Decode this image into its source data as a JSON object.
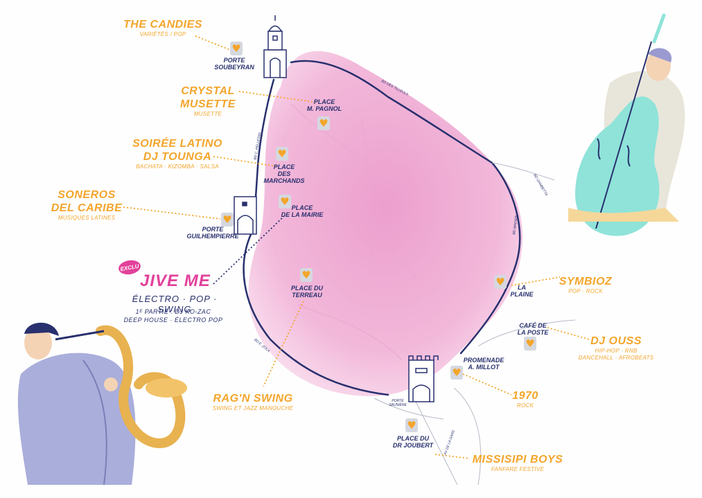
{
  "colors": {
    "accent": "#f3a52b",
    "ink": "#28306e",
    "pink": "#e2419a",
    "zone": "#f2b3d8"
  },
  "icons": {
    "venue_marker": "heart-icon"
  },
  "artists": {
    "candies": {
      "name": "THE CANDIES",
      "genre": "VARIÉTÉS / POP"
    },
    "crystal": {
      "name_line1": "CRYSTAL",
      "name_line2": "MUSETTE",
      "genre": "MUSETTE"
    },
    "latino": {
      "name_line1": "SOIRÉE LATINO",
      "name_line2": "DJ TOUNGA",
      "genre": "BACHATA · KIZOMBA · SALSA"
    },
    "soneros": {
      "name_line1": "SONEROS",
      "name_line2": "DEL CARIBE",
      "genre": "MUSIQUES LATINES"
    },
    "jive": {
      "badge": "EXCLU",
      "name": "JIVE ME",
      "genre": "ÉLECTRO · POP · SWING",
      "support_line1": "1ᴱ PARTIE : DJ KO-ZAC",
      "support_line2": "DEEP HOUSE · ÉLECTRO POP"
    },
    "ragn": {
      "name": "RAG'N SWING",
      "genre": "SWING ET JAZZ MANOUCHE"
    },
    "symbioz": {
      "name": "SYMBIOZ",
      "genre": "POP · ROCK"
    },
    "djouss": {
      "name": "DJ OUSS",
      "genre_line1": "HIP-HOP · RNB",
      "genre_line2": "DANCEHALL · AFROBEATS"
    },
    "n1970": {
      "name": "1970",
      "genre": "ROCK"
    },
    "mississipi": {
      "name": "MISSISIPI BOYS",
      "genre": "FANFARE FESTIVE"
    }
  },
  "places": {
    "soubeyran": {
      "line1": "PORTE",
      "line2": "SOUBEYRAN"
    },
    "pagnol": {
      "line1": "PLACE",
      "line2": "M. PAGNOL"
    },
    "marchands": {
      "line1": "PLACE",
      "line2": "DES",
      "line3": "MARCHANDS"
    },
    "mairie": {
      "line1": "PLACE",
      "line2": "DE LA MAIRIE"
    },
    "guilhempierre": {
      "line1": "PORTE",
      "line2": "GUILHEMPIERRE"
    },
    "terreau": {
      "line1": "PLACE DU",
      "line2": "TERREAU"
    },
    "plaine": {
      "line1": "LA",
      "line2": "PLAINE"
    },
    "cafe": {
      "line1": "CAFÉ DE",
      "line2": "LA POSTE"
    },
    "promenade": {
      "line1": "PROMENADE",
      "line2": "A. MILLOT"
    },
    "sauniere": {
      "line1": "PORTE",
      "line2": "SAUNIÈRE"
    },
    "joubert": {
      "line1": "PLACE DU",
      "line2": "DR JOUBERT"
    }
  },
  "streets": {
    "top": "BD DES TILLEULS",
    "left_top": "BD C. PELLETAN",
    "right_top": "BD GAMBETTA",
    "right_mid": "BD MADIER",
    "left_low": "BD E. ZOLA",
    "bottom_right": "AV DE LA GARE"
  }
}
